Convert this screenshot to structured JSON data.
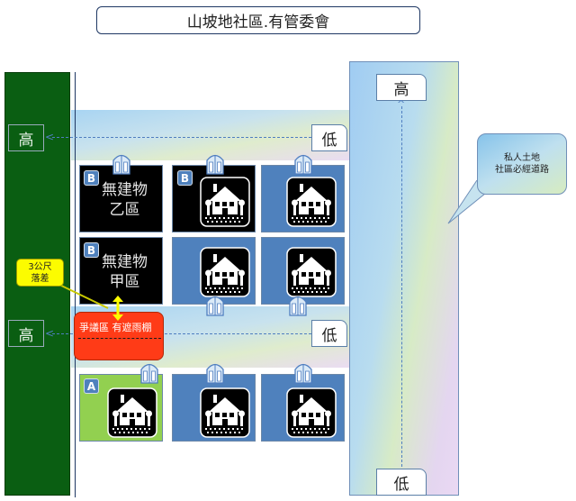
{
  "title": "山坡地社區.有管委會",
  "labels": {
    "high_left_top": "高",
    "high_left_mid": "高",
    "low_road_top": "低",
    "low_road_mid": "低",
    "high_road_top": "高",
    "low_road_bottom": "低"
  },
  "lots": {
    "b1_badge": "B",
    "b1_line1": "無建物",
    "b1_line2": "乙區",
    "b1b_badge": "B",
    "b2_badge": "B",
    "b2_line1": "無建物",
    "b2_line2": "甲區",
    "a_badge": "A"
  },
  "callouts": {
    "drop_line1": "3公尺",
    "drop_line2": "落差",
    "dispute": "爭議區 有遮雨棚",
    "private_line1": "私人土地",
    "private_line2": "社區必經道路"
  },
  "colors": {
    "green_strip": "#0a5e12",
    "lot_blue": "#4f81bd",
    "lot_dark": "#000000",
    "lot_green": "#92d050",
    "dispute_red": "#ff3b17",
    "callout_yellow": "#fcfc00"
  },
  "icons": [
    "house-icon",
    "gate-icon",
    "arrow-icon"
  ]
}
